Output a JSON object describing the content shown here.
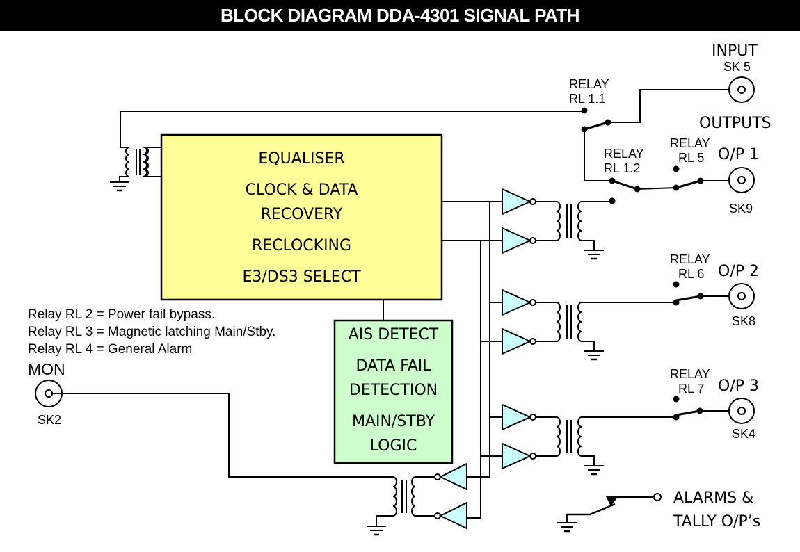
{
  "title": "BLOCK DIAGRAM DDA-4301 SIGNAL PATH",
  "colors": {
    "title_bg": "#000000",
    "title_fg": "#ffffff",
    "main_block_fill": "#ffff99",
    "logic_block_fill": "#ccffcc",
    "buffer_fill": "#ccffff",
    "line": "#000000"
  },
  "main_block": {
    "lines": [
      "EQUALISER",
      "CLOCK & DATA",
      "RECOVERY",
      "RECLOCKING",
      "E3/DS3 SELECT"
    ]
  },
  "logic_block": {
    "lines": [
      "AIS DETECT",
      "DATA FAIL",
      "DETECTION",
      "MAIN/STBY",
      "LOGIC"
    ]
  },
  "input": {
    "label": "INPUT",
    "socket": "SK 5"
  },
  "outputs_heading": "OUTPUTS",
  "relays": {
    "rl11": [
      "RELAY",
      "RL 1.1"
    ],
    "rl12": [
      "RELAY",
      "RL 1.2"
    ],
    "rl5": [
      "RELAY",
      "RL 5"
    ],
    "rl6": [
      "RELAY",
      "RL 6"
    ],
    "rl7": [
      "RELAY",
      "RL 7"
    ]
  },
  "output_ports": [
    {
      "label": "O/P 1",
      "socket": "SK9"
    },
    {
      "label": "O/P 2",
      "socket": "SK8"
    },
    {
      "label": "O/P 3",
      "socket": "SK4"
    }
  ],
  "monitor": {
    "label": "MON",
    "socket": "SK2"
  },
  "notes": [
    "Relay RL 2 = Power fail bypass.",
    "Relay RL 3 = Magnetic latching Main/Stby.",
    "Relay RL 4 = General Alarm"
  ],
  "alarms": [
    "ALARMS &",
    "TALLY O/P’s"
  ],
  "icons": {
    "connector": "bnc-socket-icon",
    "buffer": "inverting-buffer-icon",
    "transformer": "transformer-icon",
    "ground": "ground-icon",
    "relay": "relay-contact-icon"
  }
}
